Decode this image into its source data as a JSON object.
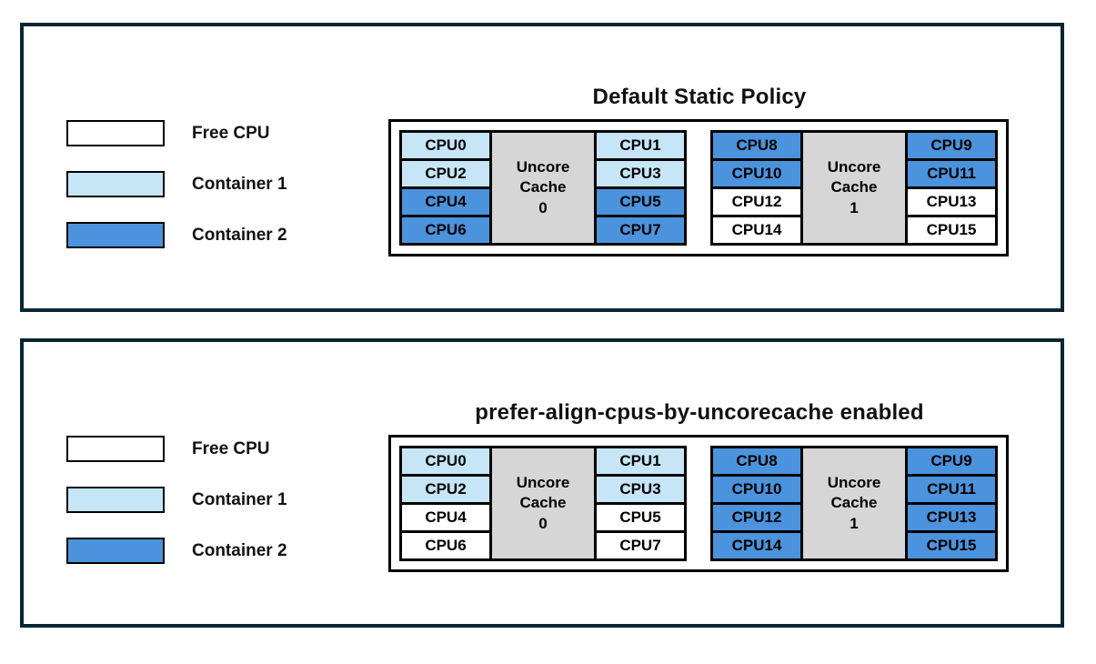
{
  "colors": {
    "free_cpu": "#FFFFFF",
    "container1": "#C6E6F7",
    "container2": "#4B93DC",
    "uncore_cache": "#D6D6D6",
    "panel_border": "#082533",
    "cell_border": "#000000"
  },
  "legend": {
    "items": [
      {
        "label": "Free CPU",
        "state": "free"
      },
      {
        "label": "Container 1",
        "state": "container1"
      },
      {
        "label": "Container 2",
        "state": "container2"
      }
    ]
  },
  "panels": [
    {
      "title": "Default Static Policy",
      "groups": [
        {
          "cache_label": "Uncore\nCache\n0",
          "left_cpus": [
            {
              "label": "CPU0",
              "state": "container1"
            },
            {
              "label": "CPU2",
              "state": "container1"
            },
            {
              "label": "CPU4",
              "state": "container2"
            },
            {
              "label": "CPU6",
              "state": "container2"
            }
          ],
          "right_cpus": [
            {
              "label": "CPU1",
              "state": "container1"
            },
            {
              "label": "CPU3",
              "state": "container1"
            },
            {
              "label": "CPU5",
              "state": "container2"
            },
            {
              "label": "CPU7",
              "state": "container2"
            }
          ]
        },
        {
          "cache_label": "Uncore\nCache\n1",
          "left_cpus": [
            {
              "label": "CPU8",
              "state": "container2"
            },
            {
              "label": "CPU10",
              "state": "container2"
            },
            {
              "label": "CPU12",
              "state": "free"
            },
            {
              "label": "CPU14",
              "state": "free"
            }
          ],
          "right_cpus": [
            {
              "label": "CPU9",
              "state": "container2"
            },
            {
              "label": "CPU11",
              "state": "container2"
            },
            {
              "label": "CPU13",
              "state": "free"
            },
            {
              "label": "CPU15",
              "state": "free"
            }
          ]
        }
      ]
    },
    {
      "title": "prefer-align-cpus-by-uncorecache enabled",
      "groups": [
        {
          "cache_label": "Uncore\nCache\n0",
          "left_cpus": [
            {
              "label": "CPU0",
              "state": "container1"
            },
            {
              "label": "CPU2",
              "state": "container1"
            },
            {
              "label": "CPU4",
              "state": "free"
            },
            {
              "label": "CPU6",
              "state": "free"
            }
          ],
          "right_cpus": [
            {
              "label": "CPU1",
              "state": "container1"
            },
            {
              "label": "CPU3",
              "state": "container1"
            },
            {
              "label": "CPU5",
              "state": "free"
            },
            {
              "label": "CPU7",
              "state": "free"
            }
          ]
        },
        {
          "cache_label": "Uncore\nCache\n1",
          "left_cpus": [
            {
              "label": "CPU8",
              "state": "container2"
            },
            {
              "label": "CPU10",
              "state": "container2"
            },
            {
              "label": "CPU12",
              "state": "container2"
            },
            {
              "label": "CPU14",
              "state": "container2"
            }
          ],
          "right_cpus": [
            {
              "label": "CPU9",
              "state": "container2"
            },
            {
              "label": "CPU11",
              "state": "container2"
            },
            {
              "label": "CPU13",
              "state": "container2"
            },
            {
              "label": "CPU15",
              "state": "container2"
            }
          ]
        }
      ]
    }
  ]
}
